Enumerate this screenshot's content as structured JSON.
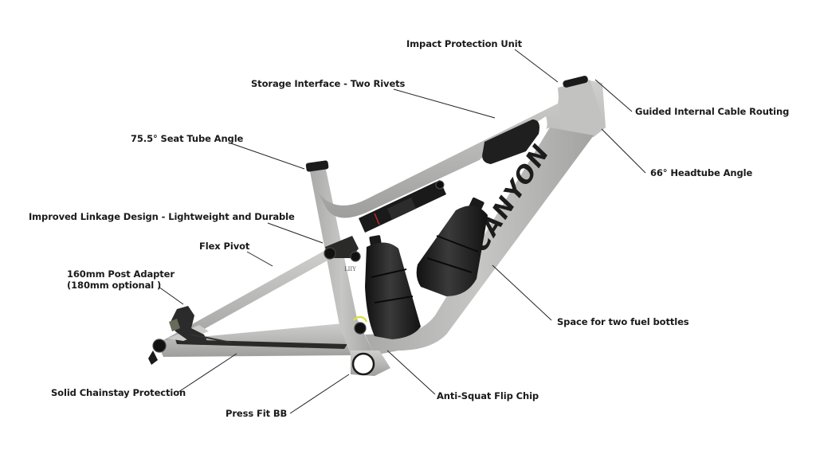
{
  "diagram": {
    "subject": "Full-suspension mountain bike frame",
    "brand_text": "CANYON",
    "colors": {
      "frame": "#b9b9b7",
      "frame_shadow": "#9a9a98",
      "components": "#1e1e1e",
      "leader_lines": "#222222",
      "text": "#1a1a1a",
      "flip_chip_accent": "#d8e04a",
      "shock_accent": "#c0282d",
      "background": "#ffffff"
    },
    "callouts": [
      {
        "id": "impact-protection-unit",
        "text": "Impact Protection Unit"
      },
      {
        "id": "storage-interface",
        "text": "Storage Interface - Two Rivets"
      },
      {
        "id": "guided-internal-cable-routing",
        "text": "Guided Internal Cable Routing"
      },
      {
        "id": "seat-tube-angle",
        "text": "75.5° Seat Tube Angle"
      },
      {
        "id": "headtube-angle",
        "text": "66° Headtube Angle"
      },
      {
        "id": "improved-linkage-design",
        "text": "Improved Linkage Design - Lightweight and Durable"
      },
      {
        "id": "flex-pivot",
        "text": "Flex Pivot"
      },
      {
        "id": "post-adapter-line1",
        "text": "160mm Post Adapter"
      },
      {
        "id": "post-adapter-line2",
        "text": "(180mm optional )"
      },
      {
        "id": "fuel-bottles",
        "text": "Space for two fuel bottles"
      },
      {
        "id": "chainstay-protection",
        "text": "Solid Chainstay Protection"
      },
      {
        "id": "anti-squat-flip-chip",
        "text": "Anti-Squat Flip Chip"
      },
      {
        "id": "press-fit-bb",
        "text": "Press Fit BB"
      }
    ]
  }
}
